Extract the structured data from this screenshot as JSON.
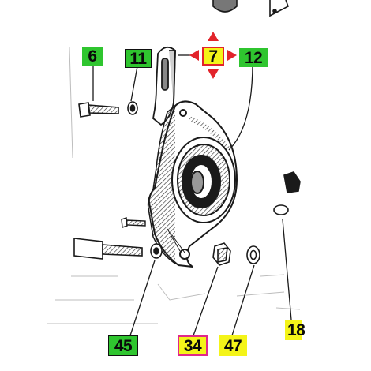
{
  "diagram": {
    "callouts": [
      {
        "id": "6",
        "text": "6",
        "style": "green"
      },
      {
        "id": "11",
        "text": "11",
        "style": "green"
      },
      {
        "id": "7",
        "text": "7",
        "style": "yellow-red"
      },
      {
        "id": "12",
        "text": "12",
        "style": "green"
      },
      {
        "id": "45",
        "text": "45",
        "style": "green"
      },
      {
        "id": "34",
        "text": "34",
        "style": "yellow-magenta"
      },
      {
        "id": "47",
        "text": "47",
        "style": "yellow"
      },
      {
        "id": "18",
        "text": "18",
        "style": "yellow"
      }
    ],
    "colors": {
      "green_label": "#2fc52f",
      "yellow_label": "#f4f419",
      "highlight_magenta": "#e0288a",
      "highlight_red": "#e2242b",
      "line_art": "#1a1a1a"
    }
  }
}
